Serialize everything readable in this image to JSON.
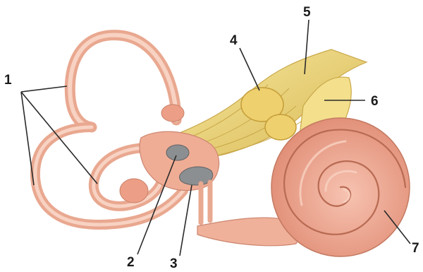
{
  "diagram": {
    "labels": [
      {
        "id": "label-1",
        "text": "1"
      },
      {
        "id": "label-2",
        "text": "2"
      },
      {
        "id": "label-3",
        "text": "3"
      },
      {
        "id": "label-4",
        "text": "4"
      },
      {
        "id": "label-5",
        "text": "5"
      },
      {
        "id": "label-6",
        "text": "6"
      },
      {
        "id": "label-7",
        "text": "7"
      }
    ]
  },
  "colors": {
    "membrane": "#f2b49c",
    "membrane_dark": "#d58f78",
    "membrane_light": "#f9d2c3",
    "nerve": "#f1dc82",
    "nerve_dark": "#cfae45",
    "cochlea": "#ee9f88",
    "cavity": "#8c8f91",
    "leader": "#2a2a2a"
  }
}
